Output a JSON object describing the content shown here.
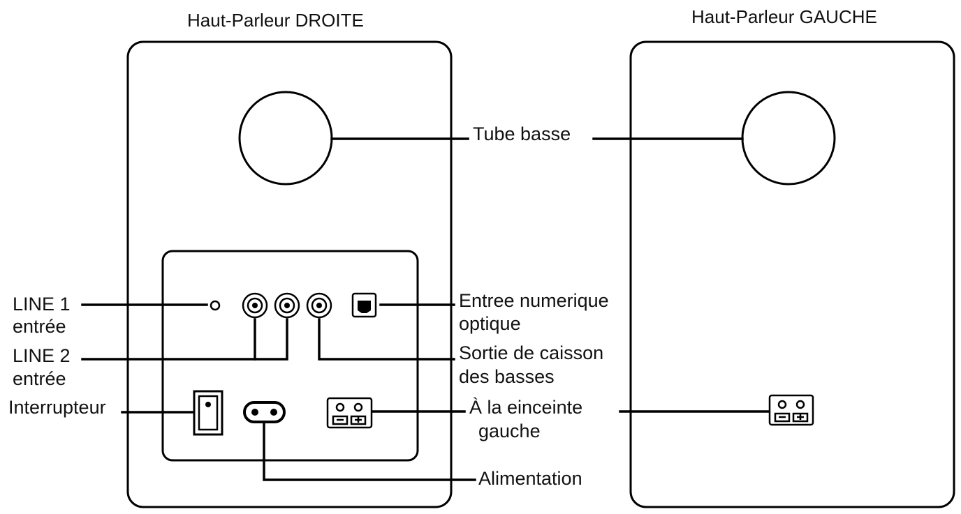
{
  "titles": {
    "right_speaker": "Haut-Parleur DROITE",
    "left_speaker": "Haut-Parleur GAUCHE"
  },
  "labels": {
    "tube_basse": "Tube basse",
    "line1_a": "LINE 1",
    "line1_b": "entrée",
    "line2_a": "LINE 2",
    "line2_b": "entrée",
    "interrupteur": "Interrupteur",
    "entree_num_a": "Entree numerique",
    "entree_num_b": "optique",
    "sortie_caisson_a": "Sortie de caisson",
    "sortie_caisson_b": "des basses",
    "enceinte_gauche_a": "À la einceinte",
    "enceinte_gauche_b": "gauche",
    "alimentation": "Alimentation"
  }
}
